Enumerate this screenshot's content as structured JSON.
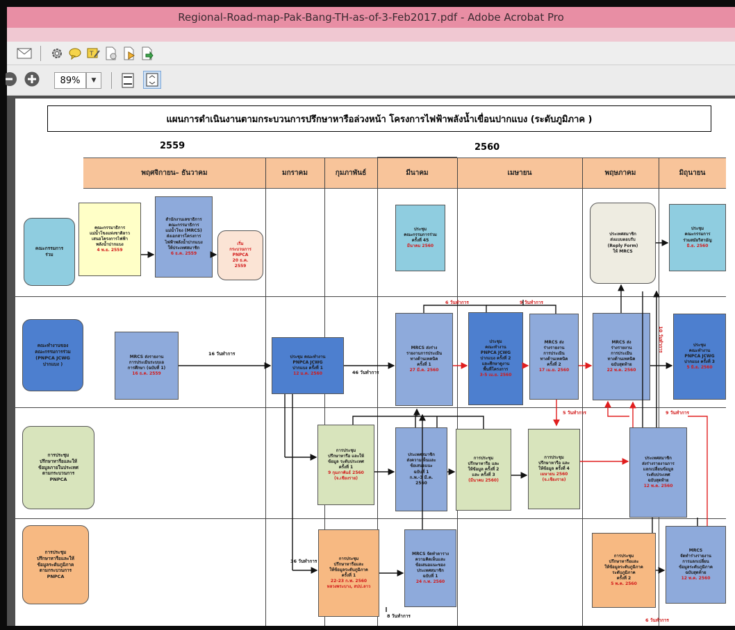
{
  "window": {
    "title": "Regional-Road-map-Pak-Bang-TH-as-of-3-Feb2017.pdf - Adobe Acrobat Pro"
  },
  "toolbar": {
    "icons": [
      "mail-icon",
      "gear-icon",
      "comment-icon",
      "sticky-note-icon",
      "document-lock-icon",
      "document-sign-icon",
      "document-export-icon"
    ],
    "zoom_value": "89%"
  },
  "document": {
    "title": "แผนการดำเนินงานตามกระบวนการปรึกษาหารือล่วงหน้า โครงการไฟฟ้าพลังน้ำเขื่อนปากแบง (ระดับภูมิภาค )",
    "years": [
      "2559",
      "2560"
    ],
    "months": [
      "พฤศจิกายน– ธันวาคม",
      "มกราคม",
      "กุมภาพันธ์",
      "มีนาคม",
      "เมษายน",
      "พฤษภาคม",
      "มิถุนายน"
    ],
    "rows": [
      {
        "name": "คณะกรรมการ\nร่วม"
      },
      {
        "name": "คณะทำงานของ\nคณะกรรมการร่วม\n(PNPCA JCWG\nปากแบง )"
      },
      {
        "name": "การประชุม\nปรึกษาหารือและให้\nข้อมูลภายในประเทศ\nตามกระบวนการ\nPNPCA"
      },
      {
        "name": "การประชุม\nปรึกษาหารือและให้\nข้อมูลระดับภูมิภาค\nตามกระบวนการ\nPNPCA"
      }
    ],
    "boxes": {
      "b1": {
        "text": "คณะกรรมาธิการ\nแม่น้ำโขงแห่งชาติลาว\nเสนอโครงการไฟฟ้า\nพลังน้ำปากแบง",
        "date": "4 พ.ย. 2559"
      },
      "b2": {
        "text": "สำนักงานเลขาธิการ\nคณะกรรมาธิการ\nแม่น้ำโขง (MRCS)\nส่งเอกสารโครงการ\nไฟฟ้าพลังน้ำปากแบง\nให้ประเทศสมาชิก",
        "date": "6 ธ.ค. 2559"
      },
      "b3": {
        "text": "เริ่ม\nกระบวนการ\nPNPCA",
        "date": "20 ธ.ค.\n2559"
      },
      "b4": {
        "text": "ประชุม\nคณะกรรมการร่วม\nครั้งที่ 45",
        "date": "มีนาคม 2560"
      },
      "b5": {
        "text": "ประเทศสมาชิก\nส่งแบบตอบรับ\n(Reply Form)\nให้ MRCS"
      },
      "b6": {
        "text": "ประชุม\nคณะกรรมการ\nร่วมสมัยวิสามัญ",
        "date": "มิ.ย. 2560"
      },
      "b7": {
        "text": "MRCS ส่งรายงาน\nการประเมินระบบเอ\nการศึกษา (ฉบับที่ 1)",
        "date": "16 ธ.ค. 2559"
      },
      "b8": {
        "text": "ประชุม คณะทำงาน\nPNPCA JCWG\nปากแบง ครั้งที่ 1",
        "date": "12 ม.ค. 2560"
      },
      "b9": {
        "text": "MRCS ส่งร่าง\nรายงานการประเมิน\nทางด้านเทคนิค\nครั้งที่ 1",
        "date": "27 มี.ค. 2560"
      },
      "b10": {
        "text": "ประชุม\nคณะทำงาน\nPNPCA JCWG\nปากแบง ครั้งที่ 2\nและศึกษาดูงาน\nพื้นที่โครงการ",
        "date": "3-5 เม.ย. 2560"
      },
      "b11": {
        "text": "MRCS ส่ง\nร่างรายงาน\nการประเมิน\nทางด้านเทคนิค\nครั้งที่ 2",
        "date": "17 เม.ย. 2560"
      },
      "b12": {
        "text": "MRCS ส่ง\nร่างรายงาน\nการประเมิน\nทางด้านเทคนิค\nฉบับสุดท้าย",
        "date": "22 พ.ค. 2560"
      },
      "b13": {
        "text": "ประชุม\nคณะทำงาน\nPNPCA JCWG\nปากแบง ครั้งที่ 3",
        "date": "5 มิ.ย. 2560"
      },
      "b14": {
        "text": "การประชุม\nปรึกษาหารือ และให้\nข้อมูล ระดับประเทศ\nครั้งที่ 1",
        "date": "9 กุมภาพันธ์ 2560\n(จ.เชียงราย)"
      },
      "b15": {
        "text": "ประเทศสมาชิก\nส่งความเห็นและ\nข้อเสนอแนะ\nฉบับที่ 1",
        "date": "ก.พ.-3 มี.ค.\n2560"
      },
      "b16": {
        "text": "การประชุม\nปรึกษาหารือ และ\nให้ข้อมูล ครั้งที่ 2\nและ ครั้งที่ 3",
        "date": "(มีนาคม 2560)"
      },
      "b17": {
        "text": "การประชุม\nปรึกษาหารือ และ\nให้ข้อมูล ครั้งที่ 4",
        "date": "เมษายน 2560\n(จ.เชียงราย)"
      },
      "b18": {
        "text": "ประเทศสมาชิก\nส่งร่างรายงานการ\nแลกเปลี่ยนข้อมูล\nระดับประเทศ\nฉบับสุดท้าย",
        "date": "12 พ.ค. 2560"
      },
      "b19": {
        "text": "การประชุม\nปรึกษาหารือและ\nให้ข้อมูลระดับภูมิภาค\nครั้งที่ 1",
        "date": "22-23 ก.พ. 2560\nหลวงพระบาง, สปป.ลาว"
      },
      "b20": {
        "text": "MRCS จัดทำตาราง\nความคิดเห็นและ\nข้อเสนอแนะของ\nประเทศสมาชิก\nฉบับที่ 1",
        "date": "24 ก.พ. 2560"
      },
      "b21": {
        "text": "การประชุม\nปรึกษาหารือและ\nให้ข้อมูลระดับภูมิภาค\nระดับภูมิภาค\nครั้งที่ 2",
        "date": "5 พ.ค. 2560"
      },
      "b22": {
        "text": "MRCS\nจัดทำร่างรายงาน\nการแลกเปลี่ยน\nข้อมูลระดับภูมิภาค\nฉบับสุดท้าย",
        "date": "12 พ.ค. 2560"
      }
    },
    "labels": {
      "l16": "16 วันทำการ",
      "l46": "46 วันทำการ",
      "l6a": "6 วันทำการ",
      "l9a": "9 วันทำการ",
      "l10": "10 วันทำการ",
      "l5": "5 วันทำการ",
      "l9b": "9 วันทำการ",
      "l36": "36 วันทำการ",
      "l8": "8 วันทำการ",
      "l6b": "6 วันทำการ"
    }
  }
}
